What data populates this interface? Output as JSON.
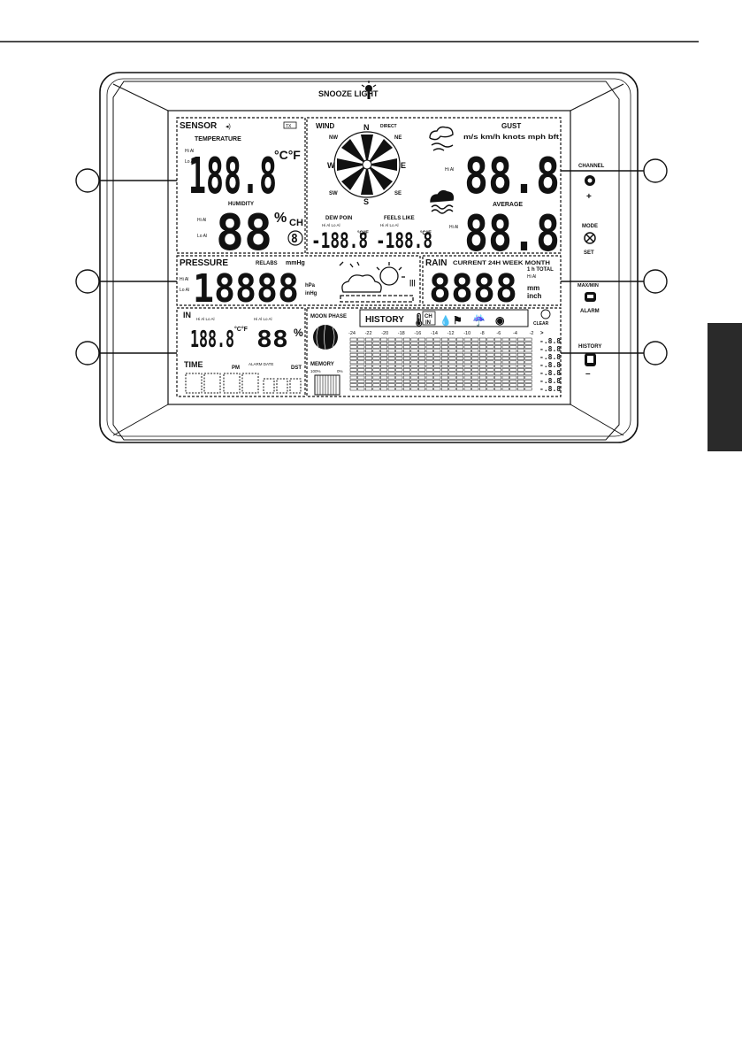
{
  "brand": "SNOOZE LIGHT",
  "sensor": {
    "title": "SENSOR",
    "battery": "TX",
    "temperature_label": "TEMPERATURE",
    "hi_al": "Hi  Al",
    "lo_al": "Lo Al",
    "temperature_value": "188.8",
    "temp_units": "°C°F",
    "humidity_label": "HUMIDITY",
    "humidity_value": "88",
    "humidity_unit": "%",
    "channel_label": "CH",
    "channel_value": "8"
  },
  "wind": {
    "title": "WIND",
    "direct_label": "DIRECT",
    "compass": [
      "N",
      "NE",
      "E",
      "SE",
      "S",
      "SW",
      "W",
      "NW"
    ],
    "gust_label": "GUST",
    "units": "m/s km/h knots mph bft",
    "gust_value": "88.8",
    "average_label": "AVERAGE",
    "average_value": "88.8",
    "dew_point_label": "DEW POIN",
    "dew_point_value": "-188.8",
    "feels_like_label": "FEELS  LIKE",
    "feels_like_value": "-188.8",
    "small_alarm": "Hi  Al  Lo Al",
    "deg_units": "°C°F"
  },
  "pressure": {
    "title": "PRESSURE",
    "relabs": "RELABS",
    "unit_mmhg": "mmHg",
    "value": "18888",
    "unit_hpa": "hPa",
    "unit_inhg": "inHg"
  },
  "rain": {
    "title": "RAIN",
    "modes": "CURRENT 24H WEEK MONTH",
    "total": "1 h TOTAL",
    "value": "8888",
    "unit_mm": "mm",
    "unit_inch": "inch"
  },
  "indoor": {
    "title": "IN",
    "alarm": "Hi  Al  Lo Al",
    "temperature_value": "188.8",
    "temp_units": "°C°F",
    "humidity_value": "88",
    "humidity_unit": "%"
  },
  "time": {
    "title": "TIME",
    "pm": "PM",
    "alarm_date": "ALARM DATE",
    "dst": "DST"
  },
  "moon": {
    "title": "MOON  PHASE"
  },
  "memory": {
    "title": "MEMORY",
    "full": "100%",
    "empty": "0%"
  },
  "history": {
    "title": "HISTORY",
    "ch_in_top": "CH",
    "ch_in_bottom": "IN",
    "hours": [
      "-24",
      "-22",
      "-20",
      "-18",
      "-16",
      "-14",
      "-12",
      "-10",
      "-8",
      "-6",
      "-4",
      "-2"
    ],
    "clear_label": "CLEAR",
    "scale": [
      "-.8.8",
      "-.8.8",
      "-.8.8",
      "-.8.8",
      "-.8.8",
      "-.8.8",
      "-.8.8"
    ]
  },
  "buttons": {
    "channel": "CHANNEL",
    "plus": "+",
    "mode": "MODE",
    "set": "SET",
    "maxmin": "MAX/MIN",
    "alarm": "ALARM",
    "history": "HISTORY",
    "minus": "–"
  }
}
